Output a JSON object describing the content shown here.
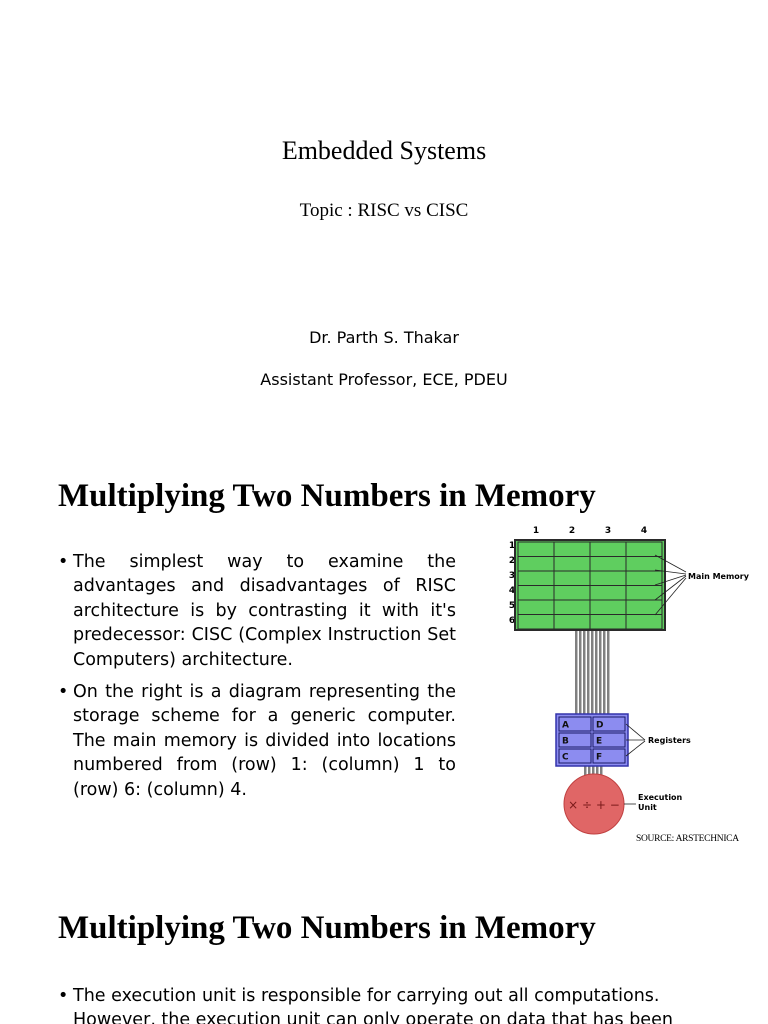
{
  "slide1": {
    "title": "Embedded Systems",
    "subtitle": "Topic : RISC vs CISC",
    "author": "Dr. Parth S. Thakar",
    "affiliation": "Assistant Professor, ECE, PDEU"
  },
  "slide2": {
    "heading": "Multiplying Two Numbers in Memory",
    "bullets": [
      "The simplest way to examine the advantages and disadvantages of RISC architecture is by contrasting it with it's predecessor: CISC (Complex Instruction Set Computers) architecture.",
      "On the right is a diagram representing the storage scheme for a generic computer. The main memory is divided into locations numbered from (row) 1: (column) 1 to (row) 6: (column) 4."
    ],
    "diagram": {
      "column_labels": [
        "1",
        "2",
        "3",
        "4"
      ],
      "row_labels": [
        "1",
        "2",
        "3",
        "4",
        "5",
        "6"
      ],
      "main_memory_label": "Main Memory",
      "register_names": [
        "A",
        "D",
        "B",
        "E",
        "C",
        "F"
      ],
      "registers_label": "Registers",
      "execution_symbols": "× ÷ + −",
      "execution_label_line1": "Execution",
      "execution_label_line2": "Unit",
      "colors": {
        "memory_fill": "#5fce5f",
        "memory_stroke": "#2a2a2a",
        "register_fill": "#8c8cf0",
        "register_stroke": "#3333aa",
        "bus": "#808080",
        "execution_fill": "#e06666"
      }
    },
    "source": "SOURCE: ARSTECHNICA"
  },
  "slide3": {
    "heading": "Multiplying Two Numbers in Memory",
    "bullets": [
      "The execution unit is responsible for carrying out all computations.",
      "However, the execution unit can only operate on data that has been"
    ]
  }
}
